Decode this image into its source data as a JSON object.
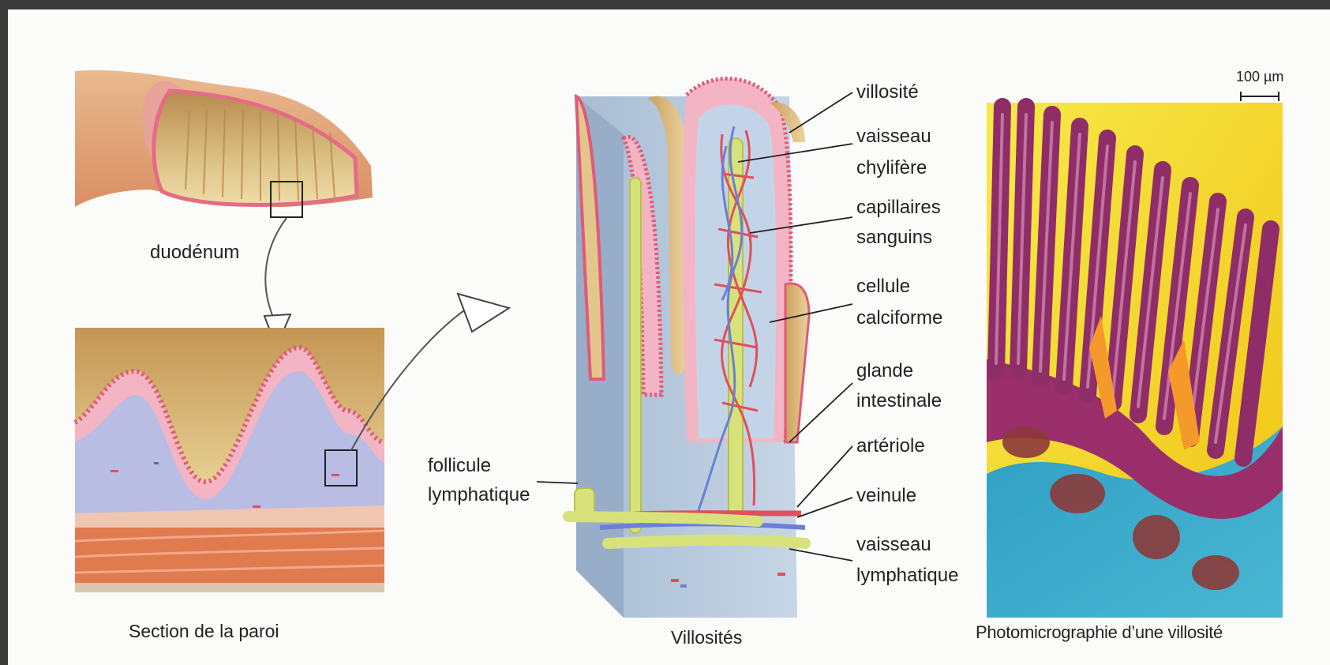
{
  "figures": {
    "wall": {
      "organ_label": "duodénum",
      "caption": "Section de la paroi"
    },
    "villi": {
      "caption": "Villosités",
      "labels": {
        "villosite": "villosité",
        "vaisseau_chylifere_1": "vaisseau",
        "vaisseau_chylifere_2": "chylifère",
        "capillaires_1": "capillaires",
        "capillaires_2": "sanguins",
        "cellule_1": "cellule",
        "cellule_2": "calciforme",
        "glande_1": "glande",
        "glande_2": "intestinale",
        "arteriole": "artériole",
        "veinule": "veinule",
        "vaisseau_lymph_1": "vaisseau",
        "vaisseau_lymph_2": "lymphatique",
        "follicule_1": "follicule",
        "follicule_2": "lymphatique"
      }
    },
    "micrograph": {
      "caption": "Photomicrographie d’une villosité",
      "scale_bar": "100 µm"
    }
  },
  "colors": {
    "lumen_tan": "#d2a866",
    "mucosa_pink": "#f1a3b8",
    "submucosa_lavender": "#b3b6de",
    "muscle_orange": "#e07a4f",
    "lacteal_yellow": "#d8e27a",
    "artery_red": "#e0505a",
    "vein_blue": "#6c7fd6",
    "micro_magenta": "#a03a78",
    "micro_yellow": "#f4de2a",
    "micro_cyan": "#3aa8c8"
  }
}
